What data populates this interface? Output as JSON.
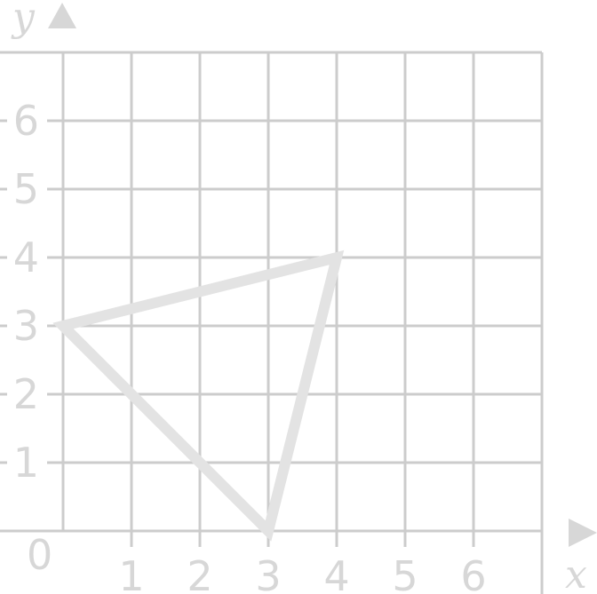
{
  "axes": {
    "x_title": "x",
    "y_title": "y",
    "origin_label": "0",
    "x_ticks": [
      "1",
      "2",
      "3",
      "4",
      "5",
      "6"
    ],
    "y_ticks": [
      "1",
      "2",
      "3",
      "4",
      "5",
      "6"
    ],
    "x_range": [
      0,
      7
    ],
    "y_range": [
      0,
      7
    ]
  },
  "colors": {
    "grid": "#cccccc",
    "label": "#d7d7d7",
    "shape": "#e3e3e3"
  },
  "triangle": {
    "vertices": [
      [
        0,
        3
      ],
      [
        4,
        4
      ],
      [
        3,
        0
      ]
    ]
  }
}
